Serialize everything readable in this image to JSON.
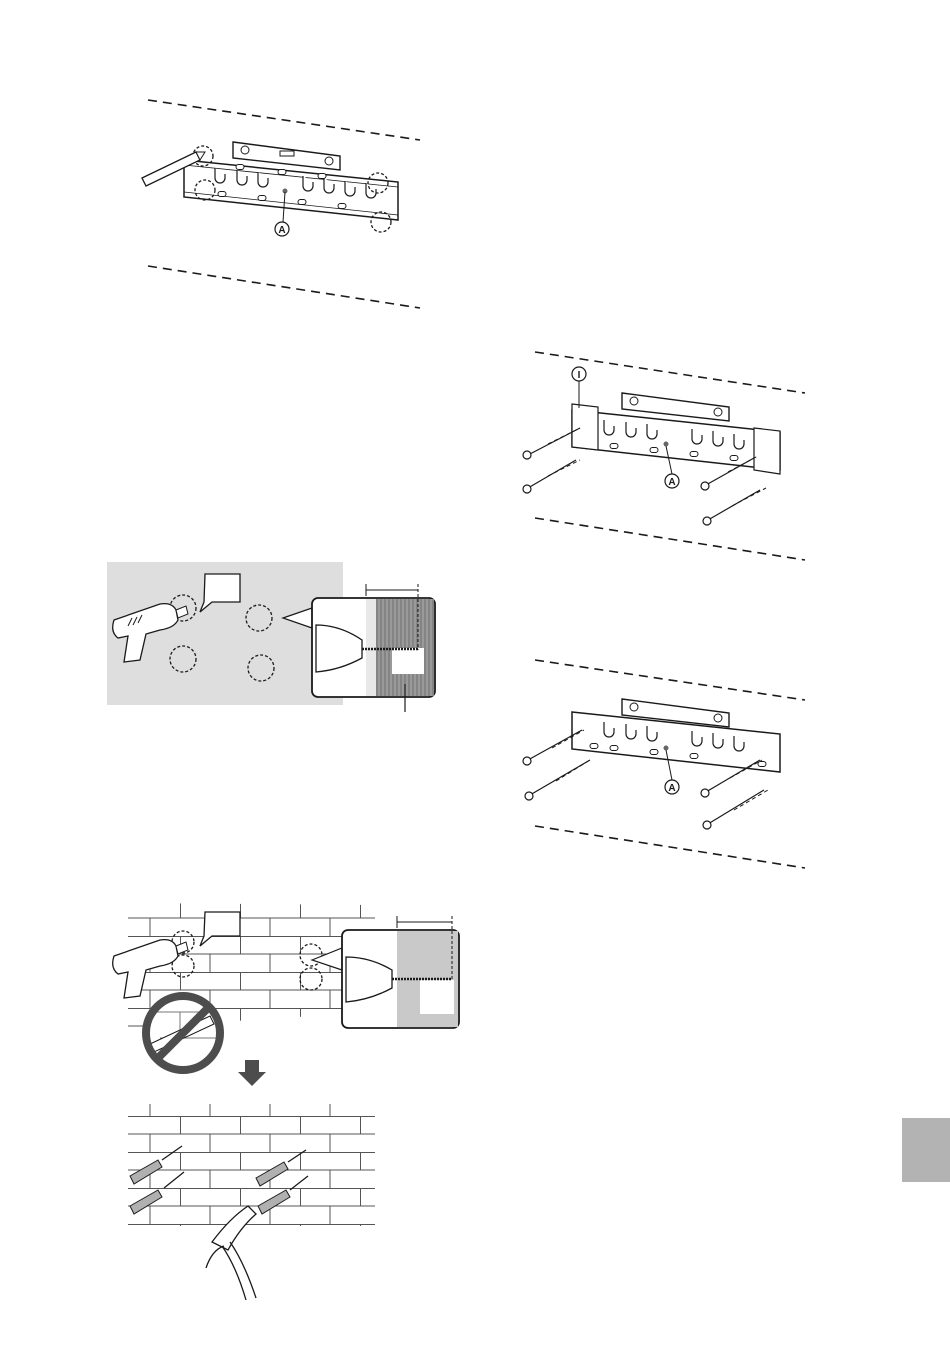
{
  "figures": {
    "bracket_marking": {
      "part_label": "A"
    },
    "bracket_alt_screw": {
      "part_label": "A",
      "screw_label": "I"
    },
    "bracket_screwed": {
      "part_label": "A"
    }
  },
  "colors": {
    "line": "#1a1a1a",
    "wall_gray": "#dedede",
    "page_tab": "#b3b3b3"
  },
  "icons": [
    "pencil-icon",
    "level-icon",
    "drill-icon",
    "hammer-icon",
    "prohibited-icon",
    "down-arrow-icon",
    "wall-anchor-icon",
    "screw-icon"
  ]
}
